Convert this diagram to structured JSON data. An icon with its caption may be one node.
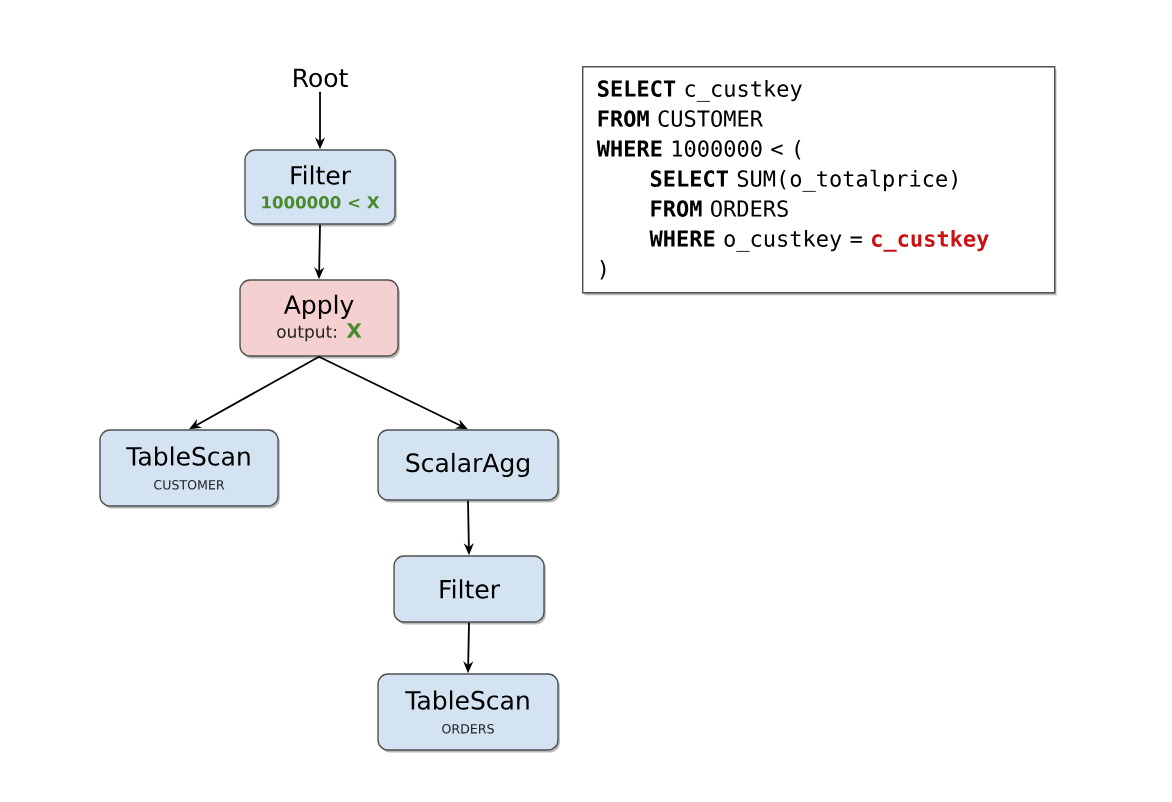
{
  "diagram": {
    "nodes": [
      {
        "text": [
          "Root"
        ]
      },
      {
        "text": [
          "Filter",
          "1000000 < X"
        ]
      },
      {
        "text": [
          "Apply",
          "output:",
          "X"
        ]
      },
      {
        "text": [
          "TableScan",
          "CUSTOMER"
        ]
      },
      {
        "text": [
          "ScalarAgg"
        ]
      },
      {
        "text": [
          "Filter"
        ]
      },
      {
        "text": [
          "TableScan",
          "ORDERS"
        ]
      },
      {
        "text": [
          "**SELECT** c_custkey",
          "**FROM** CUSTOMER",
          "**WHERE** 1000000 < (",
          "**SELECT** SUM(o_totalprice)",
          "**FROM** ORDERS",
          "**WHERE** o_custkey =",
          "c_custkey",
          ")"
        ]
      }
    ],
    "edges": [
      {
        "from": 0,
        "to": 1,
        "arrow": "to"
      },
      {
        "from": 1,
        "to": 2,
        "arrow": "to"
      },
      {
        "from": 2,
        "to": 3,
        "arrow": "to"
      },
      {
        "from": 2,
        "to": 4,
        "arrow": "to"
      },
      {
        "from": 4,
        "to": 5,
        "arrow": "to"
      },
      {
        "from": 5,
        "to": 6,
        "arrow": "to"
      }
    ]
  }
}
